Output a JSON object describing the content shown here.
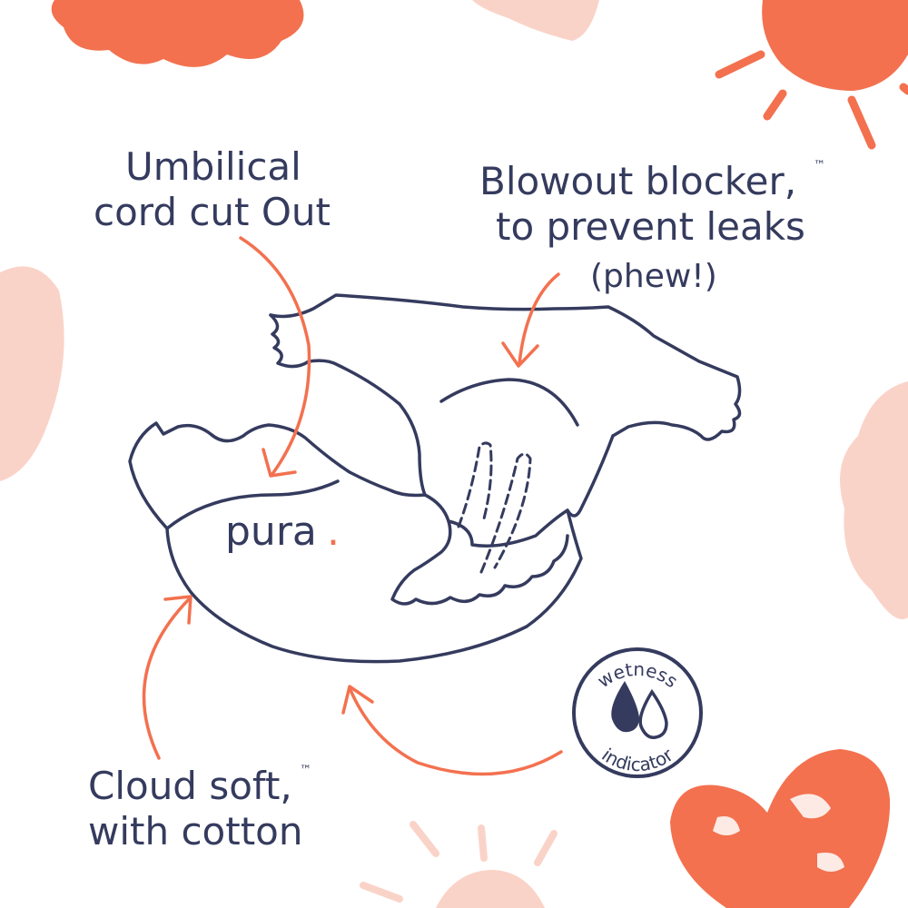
{
  "colors": {
    "ink": "#353b5e",
    "accent": "#f3714f",
    "blush": "#fad3c8",
    "bg": "#ffffff"
  },
  "callouts": {
    "umbilical": {
      "line1": "Umbilical",
      "line2": "cord cut Out"
    },
    "blowout": {
      "line1": "Blowout blocker,",
      "tm": "™",
      "line2": "to prevent leaks",
      "line3": "(phew!)"
    },
    "cloud": {
      "line1": "Cloud soft,",
      "tm": "™",
      "line2": "with cotton"
    }
  },
  "brand": {
    "word": "pura",
    "dot": "."
  },
  "badge": {
    "top": "wetness",
    "bottom": "indicator"
  },
  "icons": {
    "sun": "sun-icon",
    "cloud": "cloud-icon",
    "heart": "heart-icon",
    "drops": "water-drop-icon"
  }
}
